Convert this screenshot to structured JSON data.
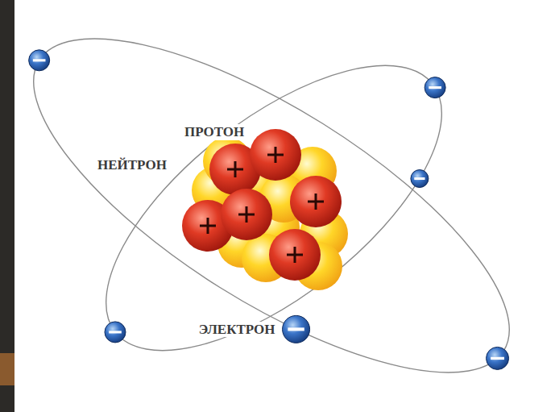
{
  "diagram": {
    "labels": [
      "ПРОТОН",
      "НЕЙТРОН",
      "ЭЛЕКТРОН"
    ]
  }
}
